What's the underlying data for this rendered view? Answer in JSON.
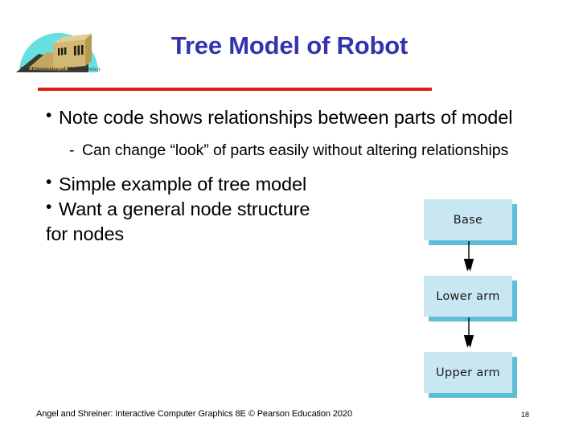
{
  "slide": {
    "title": "Tree Model of Robot",
    "title_color": "#3333b0",
    "rule_color": "#e01b10",
    "background": "#ffffff"
  },
  "logo": {
    "name": "unm-logo",
    "caption": "The University of New Mexico",
    "sky_color": "#66e0e0",
    "building_color": "#d2b870",
    "building_shade_color": "#b59a4f",
    "shadow_color": "#3b3b33"
  },
  "body": {
    "bullets": [
      {
        "level": 1,
        "marker": "•",
        "text": "Note code shows relationships between parts of model"
      },
      {
        "level": 2,
        "marker": "-",
        "text": "Can change “look” of parts easily without altering relationships"
      },
      {
        "level": 1,
        "marker": "•",
        "text": "Simple example of tree model"
      },
      {
        "level": 1,
        "marker": "•",
        "text": "Want a general node structure"
      },
      {
        "level": 0,
        "marker": "",
        "text": "for nodes"
      }
    ]
  },
  "diagram": {
    "name": "robot-tree-diagram",
    "node_fill": "#c9e7f2",
    "node_shadow": "#5fbdd8",
    "arrow_color": "#000000",
    "nodes": [
      {
        "label": "Base"
      },
      {
        "label": "Lower arm"
      },
      {
        "label": "Upper arm"
      }
    ],
    "edges": [
      {
        "from": "Base",
        "to": "Lower arm"
      },
      {
        "from": "Lower arm",
        "to": "Upper arm"
      }
    ]
  },
  "footer": {
    "credit": "Angel and Shreiner: Interactive Computer Graphics 8E © Pearson Education 2020",
    "page_number": "18"
  }
}
